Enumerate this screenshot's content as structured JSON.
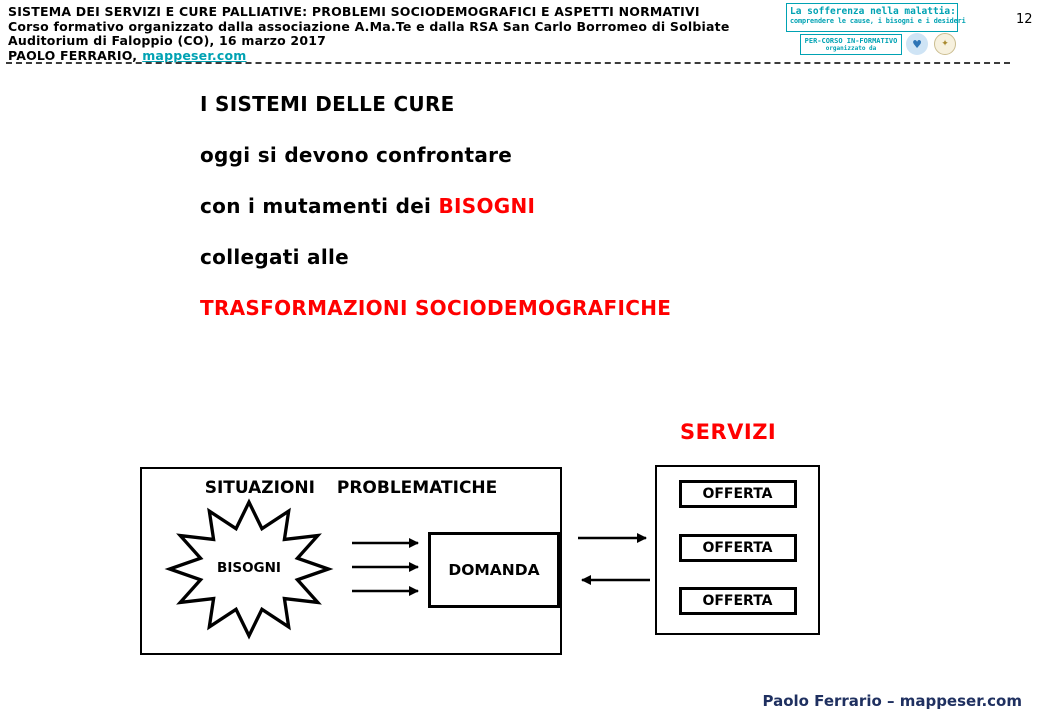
{
  "header": {
    "title_line1": "SISTEMA DEI SERVIZI E CURE PALLIATIVE: PROBLEMI SOCIODEMOGRAFICI E ASPETTI NORMATIVI",
    "title_line2": "Corso formativo organizzato dalla associazione A.Ma.Te e dalla RSA San Carlo Borromeo di Solbiate",
    "title_line3": "Auditorium di Faloppio (CO), 16 marzo 2017",
    "author_prefix": "PAOLO FERRARIO,",
    "author_link": "mappeser.com",
    "page_number": "12"
  },
  "logo": {
    "line1": "La sofferenza nella malattia:",
    "line2": "comprendere le cause, i bisogni e i desideri",
    "box2_line1": "PER-CORSO IN-FORMATIVO",
    "box2_line2": "organizzato da",
    "badge1_glyph": "♥",
    "badge2_glyph": "✦"
  },
  "body": {
    "line1": "I SISTEMI DELLE CURE",
    "line2": "oggi si devono confrontare",
    "line3_black": "con i mutamenti dei",
    "line3_red": "BISOGNI",
    "line4": "collegati alle",
    "line5": "TRASFORMAZIONI SOCIODEMOGRAFICHE"
  },
  "diagram": {
    "servizi_label": "SERVIZI",
    "situazioni_label": "SITUAZIONI PROBLEMATICHE",
    "bisogni_label": "BISOGNI",
    "domanda_label": "DOMANDA",
    "offerta_labels": [
      "OFFERTA",
      "OFFERTA",
      "OFFERTA"
    ]
  },
  "footer": {
    "credit": "Paolo Ferrario – mappeser.com"
  },
  "colors": {
    "red": "#FF0000",
    "teal": "#00A2B3",
    "navy": "#1F3060"
  }
}
